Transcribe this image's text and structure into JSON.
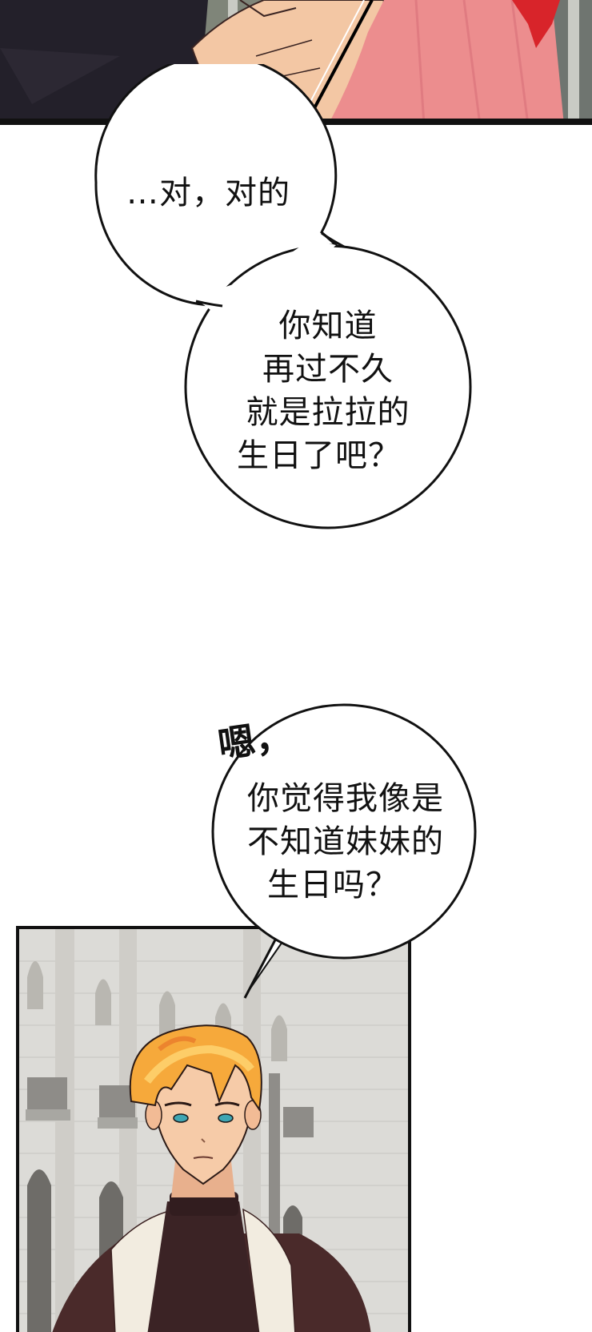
{
  "page": {
    "type": "webtoon-comic-strip",
    "background": "#ffffff"
  },
  "panels": [
    {
      "id": "panel-1",
      "description": "Close-up: hand holding pink-haired girl's hair, dark clothing on left, balustrade background",
      "colors": {
        "dark_cloth": "#23202a",
        "skin": "#f3c7a4",
        "pink_hair": "#ec8d8e",
        "red_hair": "#d8242a",
        "bg_grey": "#8d9088"
      }
    },
    {
      "id": "panel-2",
      "description": "Blond young man in dark turtleneck and white scarf, standing in front of a grey gothic stone building",
      "colors": {
        "hair": "#f6a93b",
        "hair_light": "#ffd978",
        "skin": "#f6cba8",
        "eyes": "#3fa6b3",
        "turtleneck": "#3b2325",
        "coat": "#4a2a2a",
        "scarf": "#f2ece0",
        "bg_stone": "#d9d8d4"
      }
    }
  ],
  "bubbles": [
    {
      "id": "bubble-1",
      "lines": [
        "…对，对的"
      ]
    },
    {
      "id": "bubble-2",
      "lines": [
        "你知道",
        "再过不久",
        "就是拉拉的",
        "生日了吧？"
      ]
    },
    {
      "id": "bubble-3",
      "lines": [
        "你觉得我像是",
        "不知道妹妹的",
        "生日吗？"
      ]
    }
  ],
  "sfx": [
    {
      "id": "sfx-1",
      "text": "嗯，"
    }
  ]
}
